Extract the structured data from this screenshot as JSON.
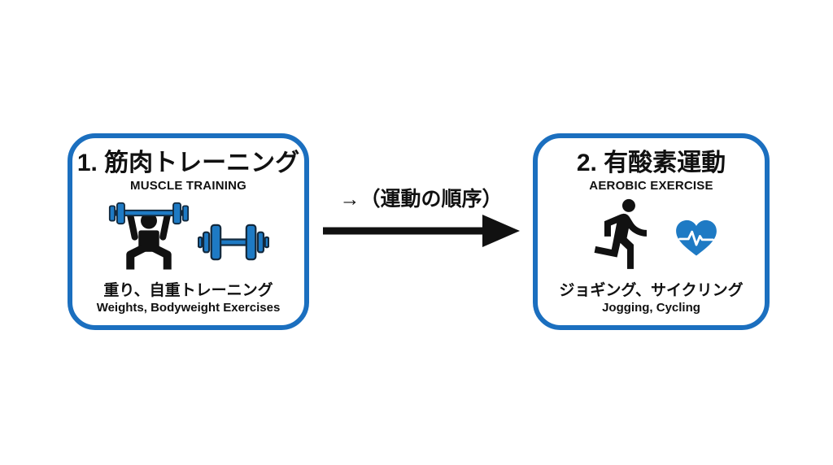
{
  "diagram": {
    "sequence_label": "→（運動の順序）",
    "colors": {
      "background": "#ffffff",
      "card_border_blue": "#1b6fbf",
      "icon_blue": "#1e7ac4",
      "icon_outline": "#13293d",
      "text_black": "#111111",
      "arrow_black": "#111111"
    },
    "steps": [
      {
        "title": "1. 筋肉トレーニング",
        "subtitle": "MUSCLE TRAINING",
        "icons": [
          "weightlifter-icon",
          "dumbbell-icon"
        ],
        "caption_jp": "重り、自重トレーニング",
        "caption_en": "Weights, Bodyweight Exercises"
      },
      {
        "title": "2. 有酸素運動",
        "subtitle": "AEROBIC EXERCISE",
        "icons": [
          "runner-icon",
          "heart-pulse-icon"
        ],
        "caption_jp": "ジョギング、サイクリング",
        "caption_en": "Jogging, Cycling"
      }
    ]
  }
}
